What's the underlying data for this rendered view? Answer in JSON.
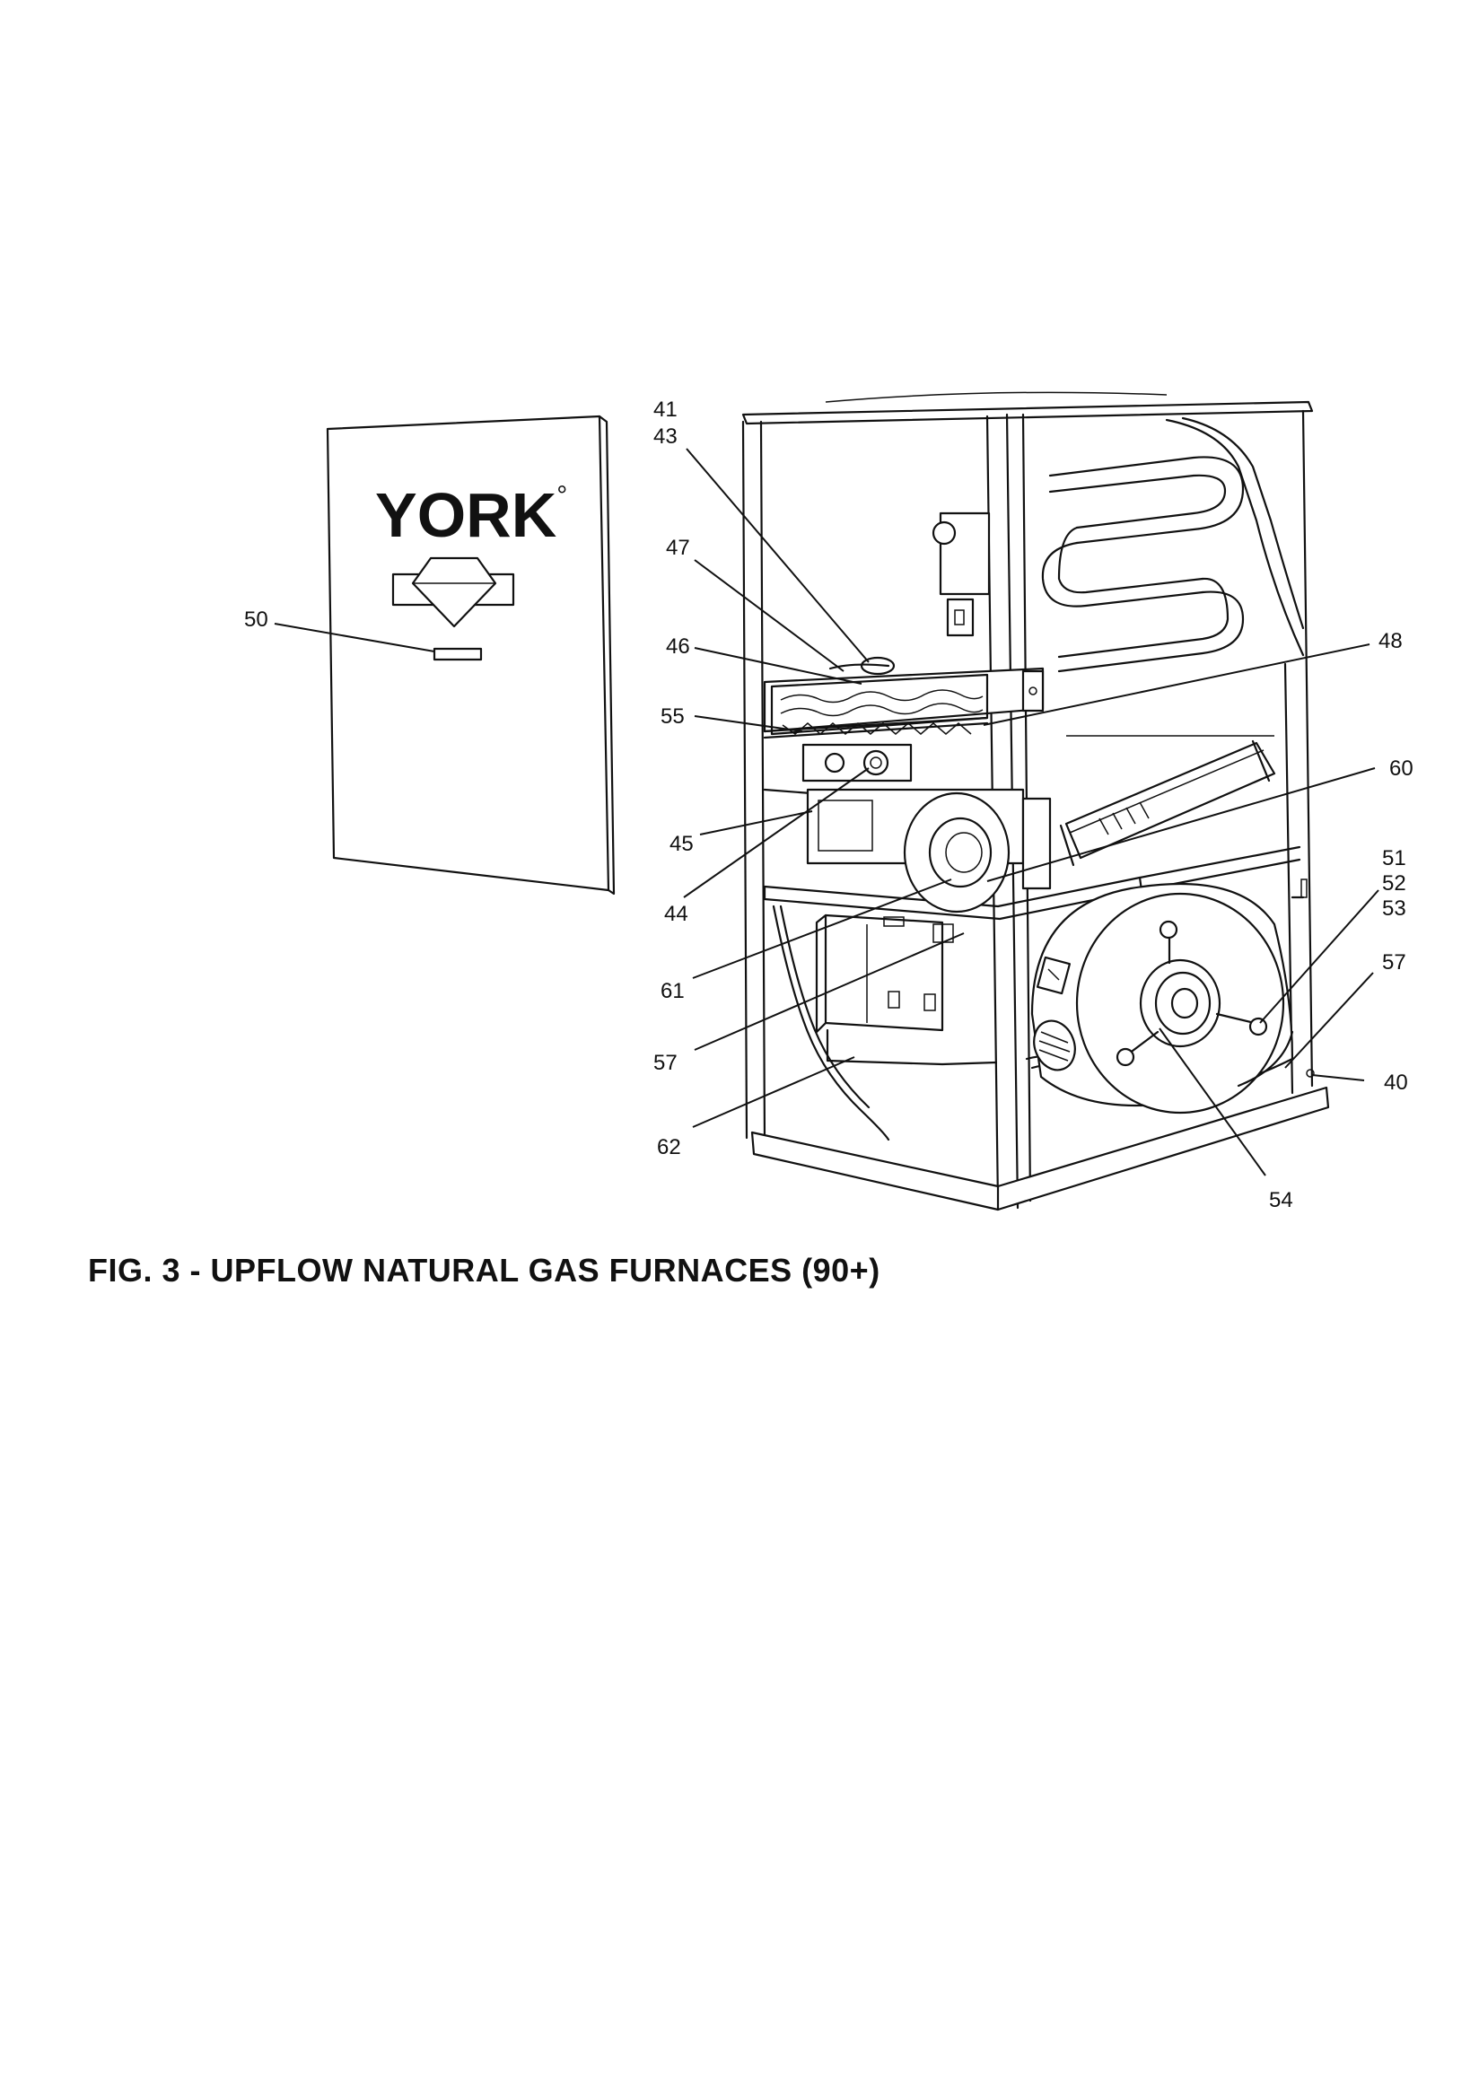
{
  "brand": {
    "name": "YORK",
    "mark": "°"
  },
  "caption": "FIG. 3 - UPFLOW NATURAL GAS FURNACES (90+)",
  "callouts": {
    "c50": "50",
    "c41": "41",
    "c43": "43",
    "c47": "47",
    "c46": "46",
    "c55": "55",
    "c45": "45",
    "c44": "44",
    "c61": "61",
    "c57a": "57",
    "c62": "62",
    "c48": "48",
    "c60": "60",
    "c51": "51",
    "c52": "52",
    "c53": "53",
    "c57b": "57",
    "c40": "40",
    "c54": "54"
  }
}
